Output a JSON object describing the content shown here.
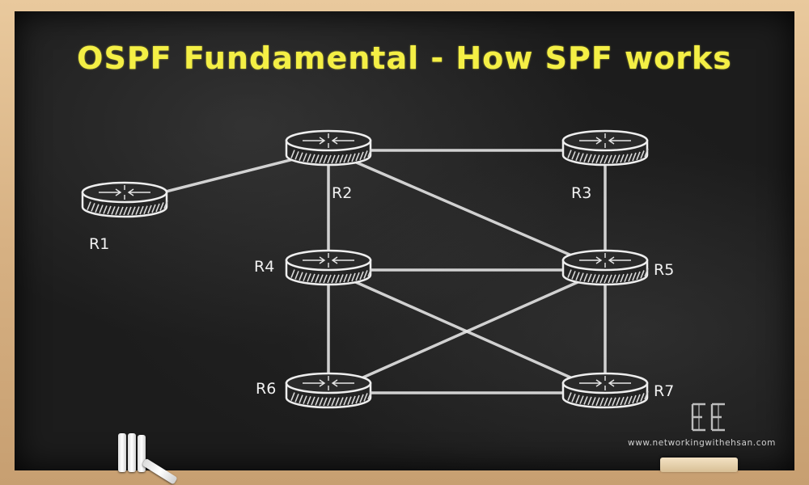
{
  "title": "OSPF Fundamental - How SPF works",
  "routers": [
    {
      "id": "R1",
      "label": "R1"
    },
    {
      "id": "R2",
      "label": "R2"
    },
    {
      "id": "R3",
      "label": "R3"
    },
    {
      "id": "R4",
      "label": "R4"
    },
    {
      "id": "R5",
      "label": "R5"
    },
    {
      "id": "R6",
      "label": "R6"
    },
    {
      "id": "R7",
      "label": "R7"
    }
  ],
  "links": [
    {
      "from": "R1",
      "to": "R2"
    },
    {
      "from": "R2",
      "to": "R3"
    },
    {
      "from": "R2",
      "to": "R4"
    },
    {
      "from": "R2",
      "to": "R5"
    },
    {
      "from": "R3",
      "to": "R5"
    },
    {
      "from": "R4",
      "to": "R5"
    },
    {
      "from": "R4",
      "to": "R6"
    },
    {
      "from": "R4",
      "to": "R7"
    },
    {
      "from": "R5",
      "to": "R6"
    },
    {
      "from": "R5",
      "to": "R7"
    },
    {
      "from": "R6",
      "to": "R7"
    }
  ],
  "icons": {
    "router": "router-icon",
    "logo": "ehsan-logo-icon"
  },
  "colors": {
    "title": "#f4ef45",
    "chalk": "#e9e9e9",
    "board": "#1c1c1c",
    "frame": "#d7b183"
  },
  "footer": {
    "url": "www.networkingwithehsan.com"
  }
}
